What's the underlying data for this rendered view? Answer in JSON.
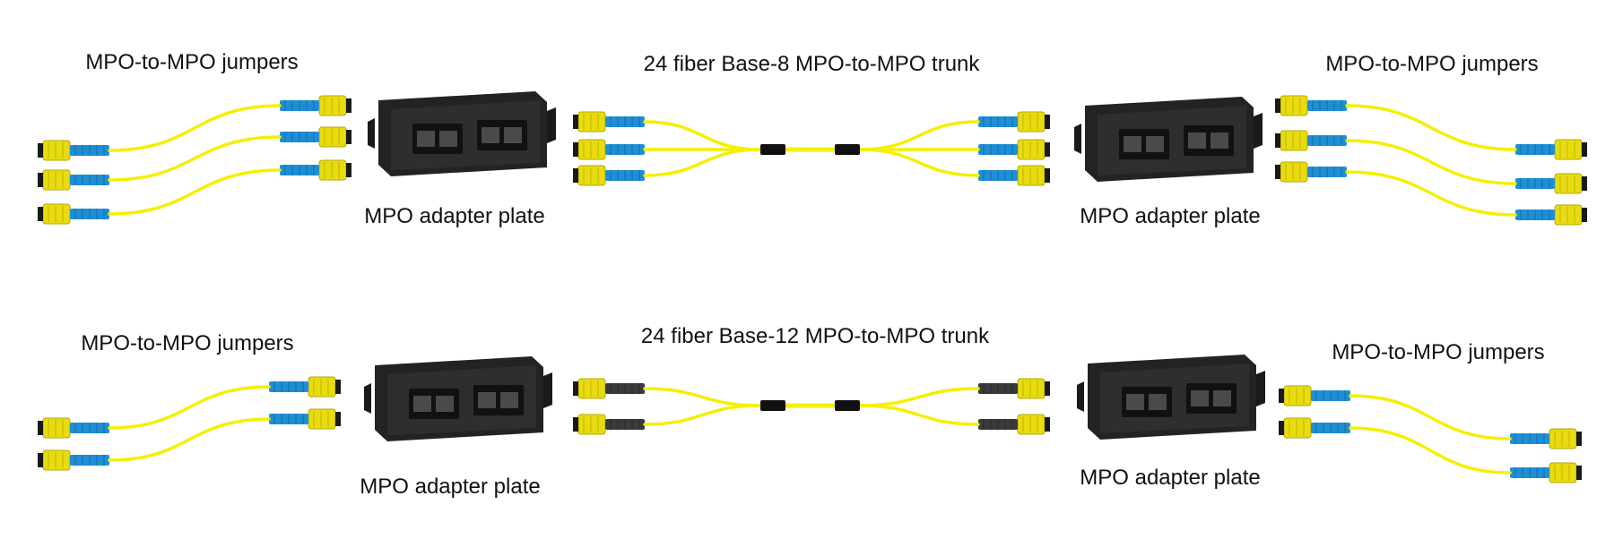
{
  "rows": [
    {
      "trunk_label": "24 fiber Base-8 MPO-to-MPO trunk",
      "left_jumpers_label": "MPO-to-MPO jumpers",
      "left_plate_label": "MPO adapter plate",
      "right_plate_label": "MPO adapter plate",
      "right_jumpers_label": "MPO-to-MPO jumpers",
      "fiber_count": 3
    },
    {
      "trunk_label": "24 fiber Base-12 MPO-to-MPO trunk",
      "left_jumpers_label": "MPO-to-MPO jumpers",
      "left_plate_label": "MPO adapter plate",
      "right_plate_label": "MPO adapter plate",
      "right_jumpers_label": "MPO-to-MPO jumpers",
      "fiber_count": 2
    }
  ],
  "colors": {
    "fiber": "#f4f000",
    "connector_body": "#e8dc10",
    "boot_jumper": "#1e8fd6",
    "boot_trunk_row2": "#3a3a3a",
    "plate": "#232323",
    "splice": "#111111"
  }
}
